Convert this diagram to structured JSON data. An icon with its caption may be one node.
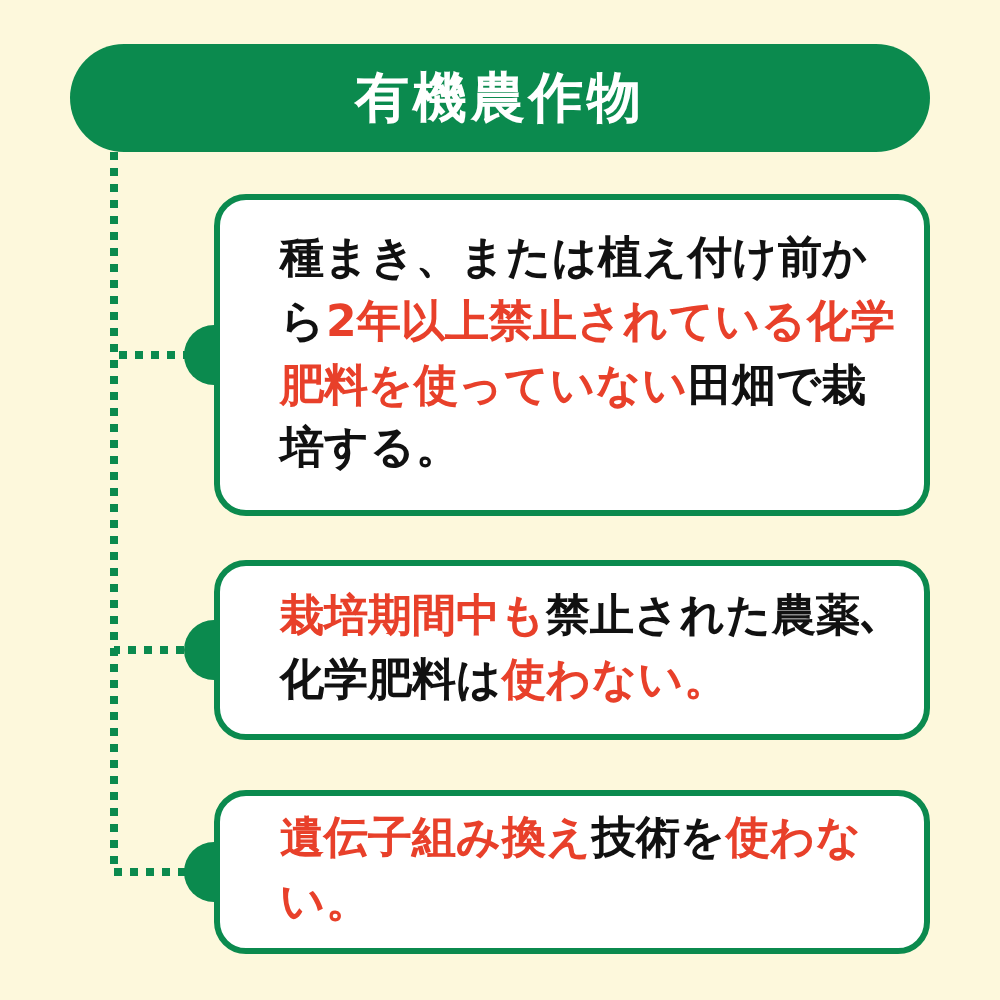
{
  "diagram": {
    "nodes": [
      {
        "text": [
          "有機農作物"
        ]
      },
      {
        "text": [
          "種まき、または植え付け前から**2年以上禁止されている化学肥料を使っていない**田畑で栽培する。"
        ]
      },
      {
        "text": [
          "**栽培期間中も**禁止された農薬､化学肥料は**使わない。**"
        ]
      },
      {
        "text": [
          "**遺伝子組み換え**技術を**使わない。**"
        ]
      }
    ],
    "edges": [
      {
        "from": 0,
        "to": 1,
        "arrow": "other",
        "style": "dashed"
      },
      {
        "from": 0,
        "to": 2,
        "arrow": "other",
        "style": "dashed"
      },
      {
        "from": 0,
        "to": 3,
        "arrow": "other",
        "style": "dashed"
      }
    ]
  }
}
